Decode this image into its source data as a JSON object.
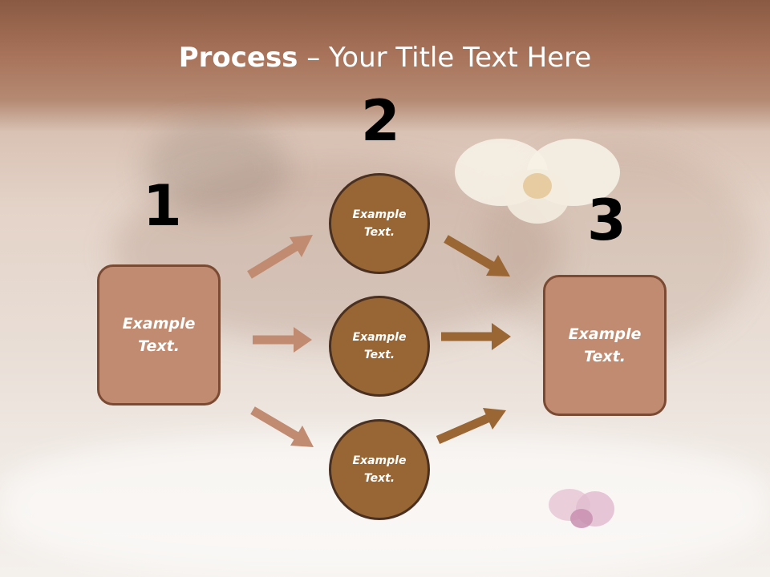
{
  "title": {
    "bold": "Process",
    "rest": " – Your Title Text Here"
  },
  "steps": [
    {
      "number": "1",
      "label": "Example\nText."
    },
    {
      "number": "2",
      "items": [
        {
          "label": "Example\nText."
        },
        {
          "label": "Example\nText."
        },
        {
          "label": "Example\nText."
        }
      ]
    },
    {
      "number": "3",
      "label": "Example\nText."
    }
  ],
  "colors": {
    "box_fill": "#c08b70",
    "box_border": "#7a4a32",
    "circle_fill": "#986634",
    "circle_border": "#4a3020",
    "left_arrow": "#c08b70",
    "right_arrow": "#9a6633",
    "number_text": "#000000",
    "title_text": "#ffffff"
  }
}
